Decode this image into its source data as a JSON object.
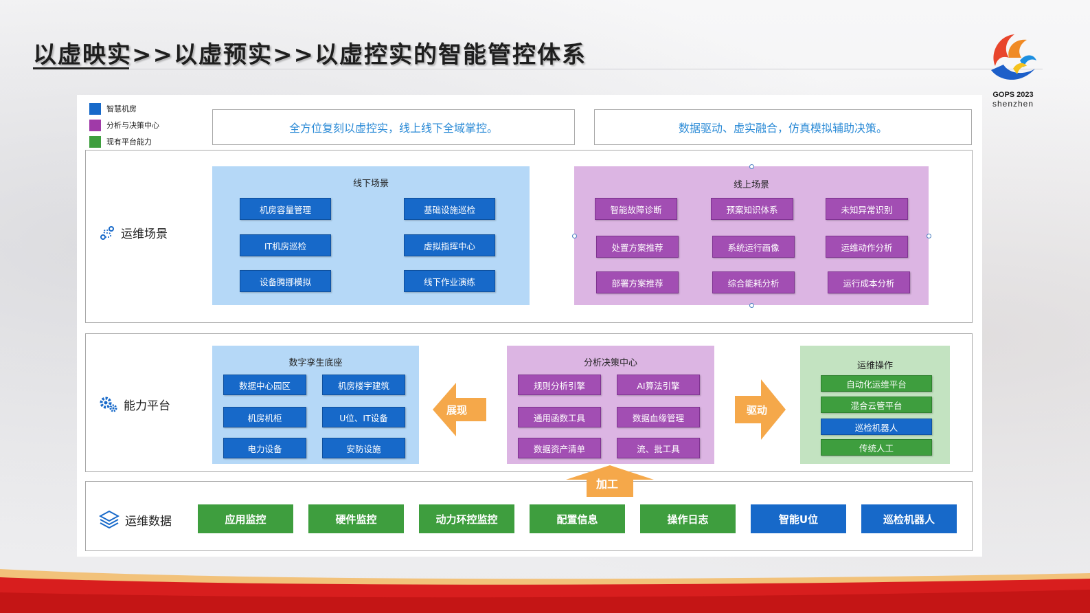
{
  "title": "以虚映实>>以虚预实>>以虚控实的智能管控体系",
  "logo": {
    "line1": "GOPS 2023",
    "line2": "shenzhen"
  },
  "legend": [
    {
      "label": "智慧机房",
      "color": "#1769c9"
    },
    {
      "label": "分析与决策中心",
      "color": "#a03aa8"
    },
    {
      "label": "现有平台能力",
      "color": "#3e9e3e"
    }
  ],
  "headers": {
    "left": "全方位复刻以虚控实，线上线下全域掌控。",
    "right": "数据驱动、虚实融合，仿真模拟辅助决策。"
  },
  "scenes": {
    "label": "运维场景",
    "offline": {
      "title": "线下场景",
      "items": [
        "机房容量管理",
        "基础设施巡检",
        "IT机房巡检",
        "虚拟指挥中心",
        "设备腾挪模拟",
        "线下作业演练"
      ]
    },
    "online": {
      "title": "线上场景",
      "items": [
        "智能故障诊断",
        "预案知识体系",
        "未知异常识别",
        "处置方案推荐",
        "系统运行画像",
        "运维动作分析",
        "部署方案推荐",
        "综合能耗分析",
        "运行成本分析"
      ]
    }
  },
  "platform": {
    "label": "能力平台",
    "twin": {
      "title": "数字孪生底座",
      "items": [
        "数据中心园区",
        "机房楼宇建筑",
        "机房机柜",
        "U位、IT设备",
        "电力设备",
        "安防设施"
      ]
    },
    "analysis": {
      "title": "分析决策中心",
      "items": [
        "规则分析引擎",
        "AI算法引擎",
        "通用函数工具",
        "数据血缘管理",
        "数据资产清单",
        "流、批工具"
      ]
    },
    "ops": {
      "title": "运维操作",
      "items": [
        "自动化运维平台",
        "混合云管平台",
        "巡检机器人",
        "传统人工"
      ]
    },
    "arrow_left": "展现",
    "arrow_right": "驱动",
    "arrow_up": "加工"
  },
  "data_row": {
    "label": "运维数据",
    "items": [
      "应用监控",
      "硬件监控",
      "动力环控监控",
      "配置信息",
      "操作日志",
      "智能U位",
      "巡检机器人"
    ]
  }
}
